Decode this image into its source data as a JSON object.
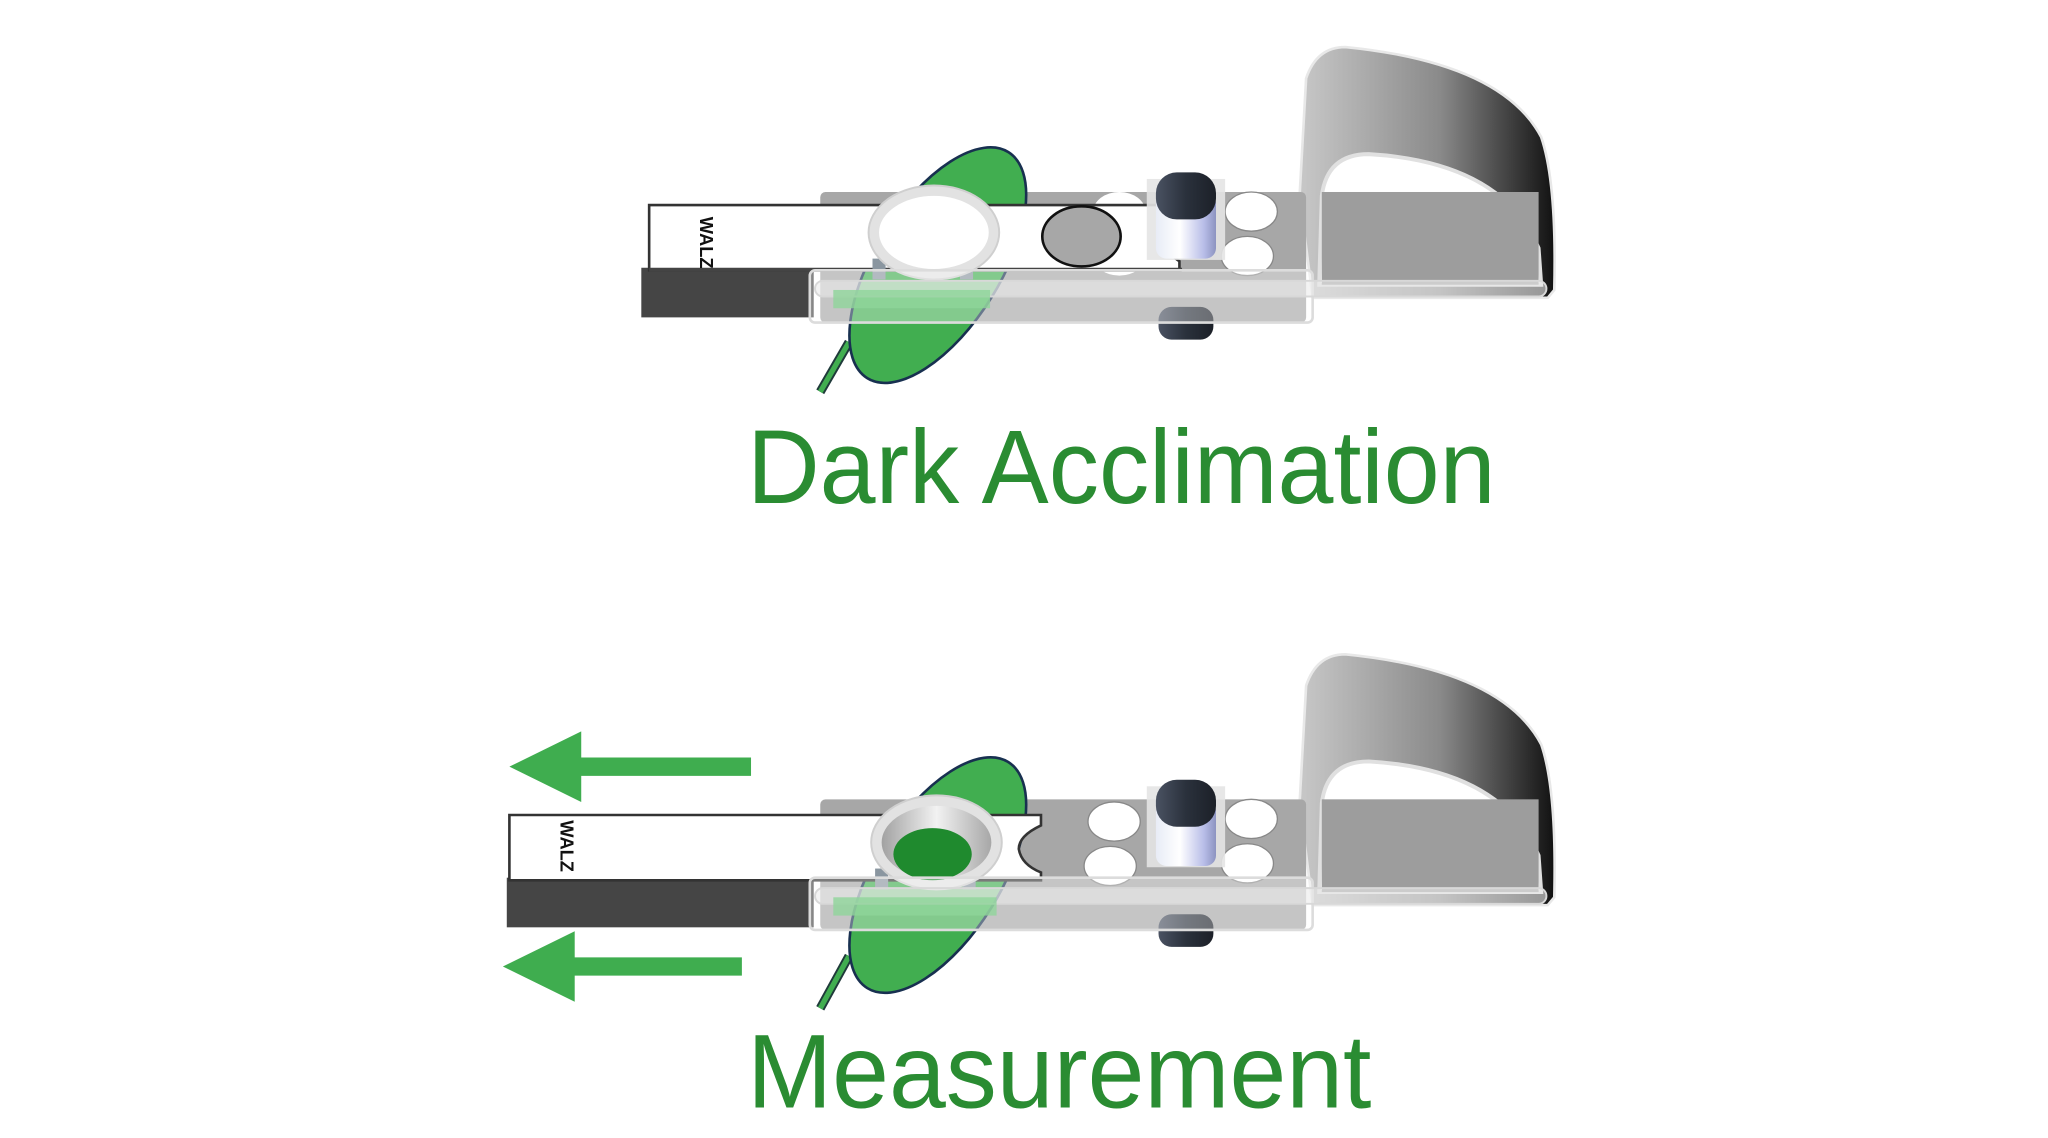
{
  "panels": [
    {
      "title": "Dark Acclimation",
      "brand": "WALZ"
    },
    {
      "title": "Measurement",
      "brand": "WALZ"
    }
  ],
  "colors": {
    "text_green": "#2a8c32",
    "leaf_green": "#41ae50",
    "arrow_green": "#3fad4f",
    "sample_green": "#1f8a2e",
    "plate_gray": "#a7a7a7",
    "base_dark": "#454545"
  },
  "icons": [
    "arrow-left-icon",
    "arrow-left-icon"
  ]
}
